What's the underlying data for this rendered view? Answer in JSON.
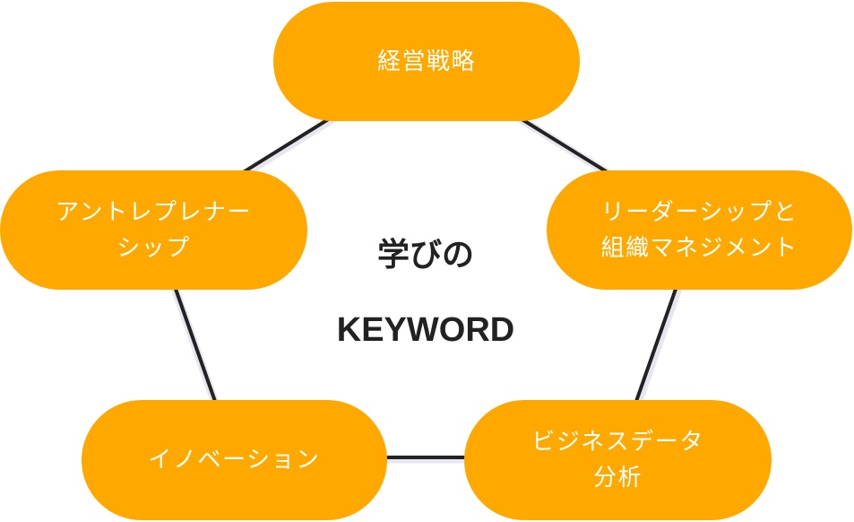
{
  "diagram": {
    "type": "pentagon-keyword-map",
    "center": {
      "line1": "学びの",
      "line2": "KEYWORD"
    },
    "nodes": [
      {
        "id": "top",
        "lines": [
          "経営戦略"
        ]
      },
      {
        "id": "right",
        "lines": [
          "リーダーシップと",
          "組織マネジメント"
        ]
      },
      {
        "id": "bottom-right",
        "lines": [
          "ビジネスデータ",
          "分析"
        ]
      },
      {
        "id": "bottom-left",
        "lines": [
          "イノベーション"
        ]
      },
      {
        "id": "left",
        "lines": [
          "アントレプレナー",
          "シップ"
        ]
      }
    ],
    "edges": [
      [
        "top",
        "right"
      ],
      [
        "right",
        "bottom-right"
      ],
      [
        "bottom-right",
        "bottom-left"
      ],
      [
        "bottom-left",
        "left"
      ],
      [
        "left",
        "top"
      ]
    ],
    "colors": {
      "node_fill": "#ffa800",
      "node_text": "#ffffff",
      "edge": "#222222",
      "edge_shadow": "#e6e6ef",
      "center_text": "#222222",
      "background": "#ffffff"
    }
  }
}
